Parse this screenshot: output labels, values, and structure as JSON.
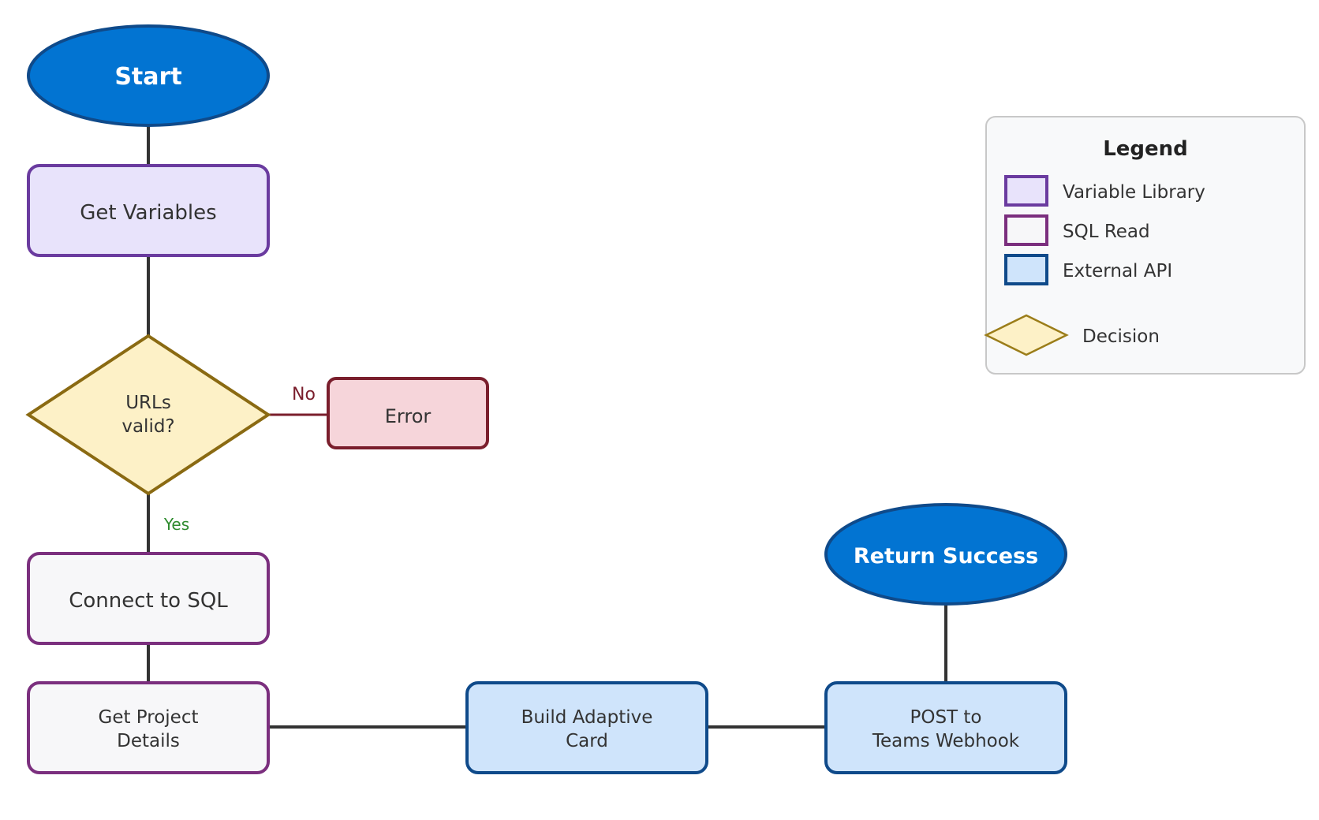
{
  "nodes": {
    "start": {
      "label": "Start"
    },
    "get_variables": {
      "label": "Get Variables"
    },
    "decision": {
      "line1": "URLs",
      "line2": "valid?"
    },
    "error": {
      "label": "Error"
    },
    "connect_sql": {
      "label": "Connect to SQL"
    },
    "get_project_details": {
      "line1": "Get Project",
      "line2": "Details"
    },
    "build_card": {
      "line1": "Build Adaptive",
      "line2": "Card"
    },
    "post_webhook": {
      "line1": "POST to",
      "line2": "Teams Webhook"
    },
    "return_success": {
      "label": "Return Success"
    }
  },
  "edges": {
    "no_label": "No",
    "yes_label": "Yes"
  },
  "legend": {
    "title": "Legend",
    "items": [
      {
        "label": "Variable Library",
        "fill": "#e8e3fb",
        "stroke": "#6a3b9f"
      },
      {
        "label": "SQL Read",
        "fill": "#f7f7f9",
        "stroke": "#7b2f7e"
      },
      {
        "label": "External API",
        "fill": "#cfe4fb",
        "stroke": "#0f4a8a"
      },
      {
        "label": "Decision",
        "fill": "#fdf1c7",
        "stroke": "#9b7d19"
      }
    ]
  },
  "colors": {
    "terminal_fill": "#0274d2",
    "terminal_stroke": "#0f4a8a",
    "error_fill": "#f6d5da",
    "error_stroke": "#7a1e2c",
    "decision_stroke": "#8a6a12",
    "connector": "#333333",
    "no_color": "#7a1e2c",
    "yes_color": "#2e8b2e"
  }
}
